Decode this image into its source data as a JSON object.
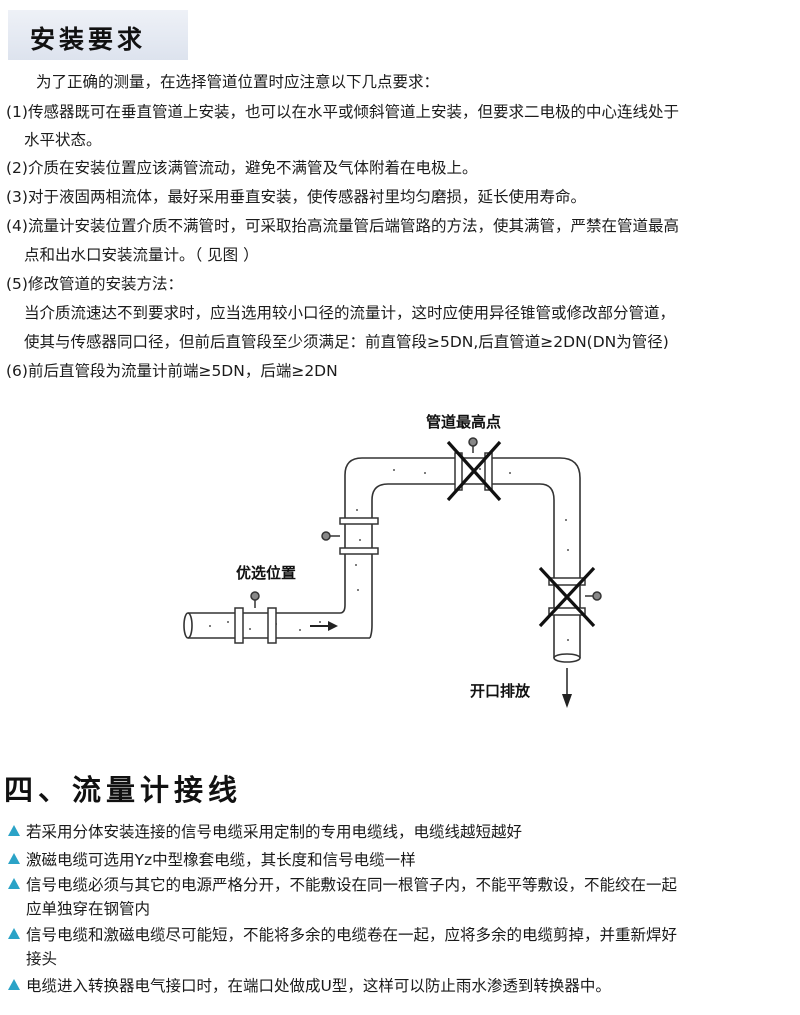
{
  "install": {
    "title": "安装要求",
    "intro": "为了正确的测量，在选择管道位置时应注意以下几点要求：",
    "item1_l1": "(1)传感器既可在垂直管道上安装，也可以在水平或倾斜管道上安装，但要求二电极的中心连线处于",
    "item1_l2": "水平状态。",
    "item2": "(2)介质在安装位置应该满管流动，避免不满管及气体附着在电极上。",
    "item3": "(3)对于液固两相流体，最好采用垂直安装，使传感器衬里均匀磨损，延长使用寿命。",
    "item4_l1": "(4)流量计安装位置介质不满管时，可采取抬高流量管后端管路的方法，使其满管，严禁在管道最高",
    "item4_l2": "点和出水口安装流量计。（ 见图 ）",
    "item5": "(5)修改管道的安装方法：",
    "item5_l2": "当介质流速达不到要求时，应当选用较小口径的流量计，这时应使用异径锥管或修改部分管道，",
    "item5_l3": "使其与传感器同口径，但前后直管段至少须满足：前直管段≥5DN,后直管道≥2DN(DN为管径)",
    "item6": "(6)前后直管段为流量计前端≥5DN，后端≥2DN"
  },
  "diagram": {
    "label_top": "管道最高点",
    "label_preferred": "优选位置",
    "label_outlet": "开口排放"
  },
  "wiring": {
    "title": "四、流量计接线",
    "b1": "若采用分体安装连接的信号电缆采用定制的专用电缆线，电缆线越短越好",
    "b2": "激磁电缆可选用Yz中型橡套电缆，其长度和信号电缆一样",
    "b3_l1": "信号电缆必须与其它的电源严格分开，不能敷设在同一根管子内，不能平等敷设，不能绞在一起",
    "b3_l2": "应单独穿在钢管内",
    "b4_l1": "信号电缆和激磁电缆尽可能短，不能将多余的电缆卷在一起，应将多余的电缆剪掉，并重新焊好",
    "b4_l2": "接头",
    "b5": "电缆进入转换器电气接口时，在端口处做成U型，这样可以防止雨水渗透到转换器中。"
  },
  "colors": {
    "bullet": "#2ba3c7",
    "title_bg": "#e3e8f1"
  }
}
